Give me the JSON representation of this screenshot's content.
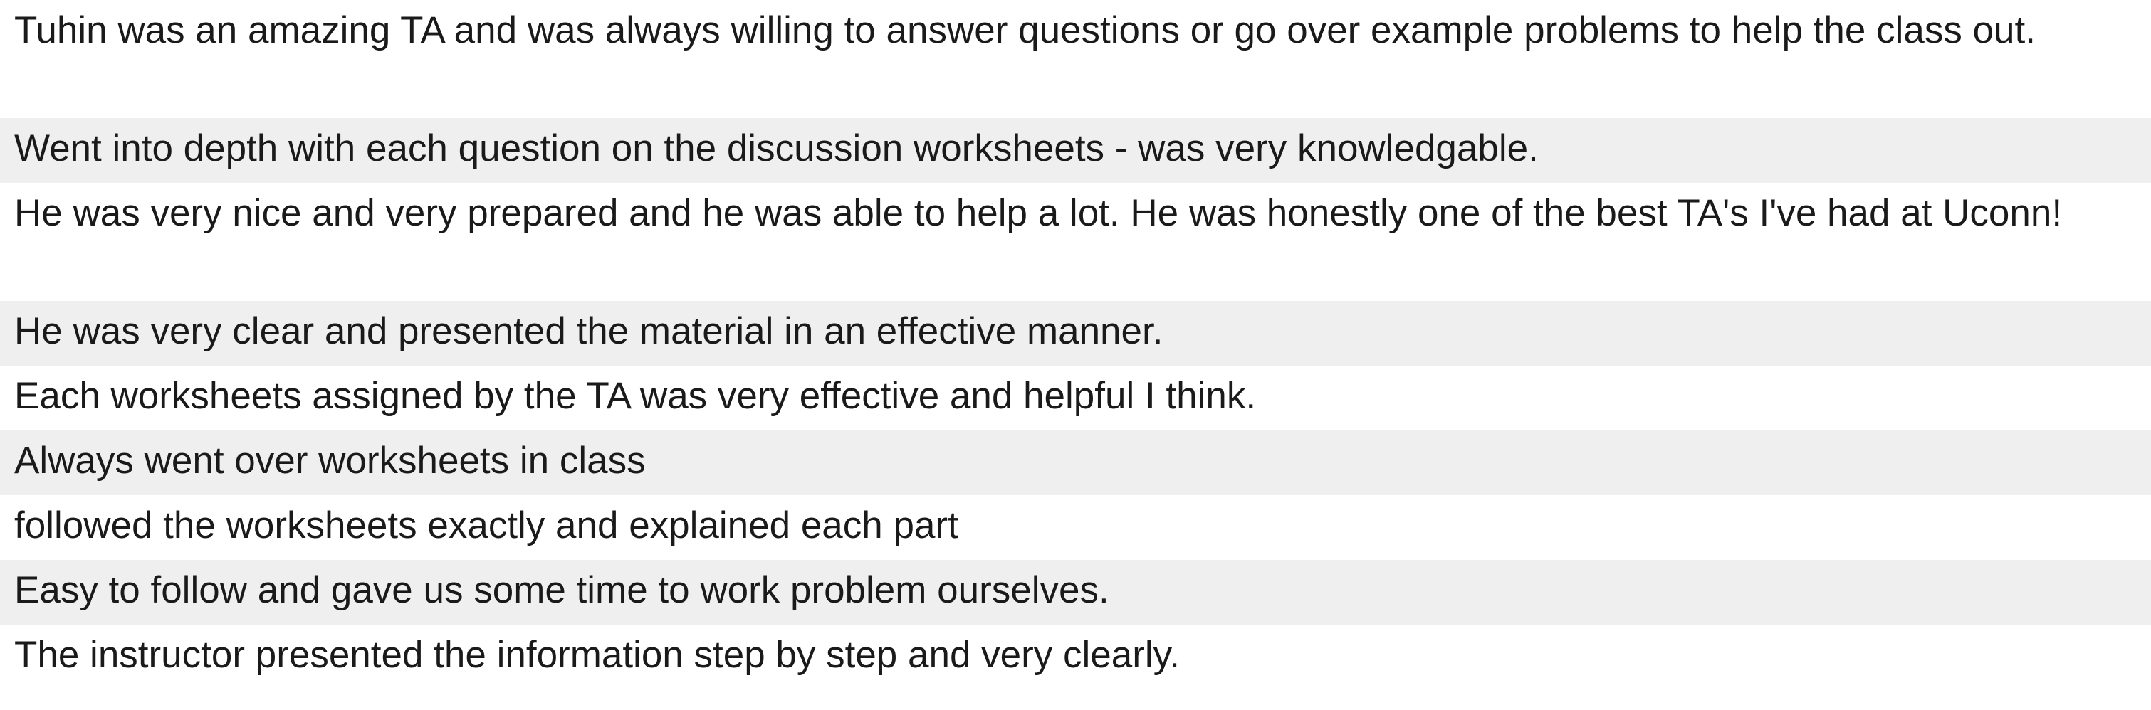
{
  "comments": [
    "Tuhin was an amazing TA and was always willing to answer questions or go over example problems to help the class out.",
    "Went into depth with each question on the discussion worksheets - was very knowledgable.",
    "He was very nice and very prepared and he was able to help a lot. He was honestly one of the best TA's I've had at Uconn!",
    "He was very clear and presented the material in an effective manner.",
    "Each worksheets assigned by the TA was very effective and helpful I think.",
    "Always went over worksheets in class",
    "followed the worksheets exactly and explained each part",
    "Easy to follow and gave us some time to work problem ourselves.",
    "The instructor presented the information step by step and very clearly."
  ]
}
